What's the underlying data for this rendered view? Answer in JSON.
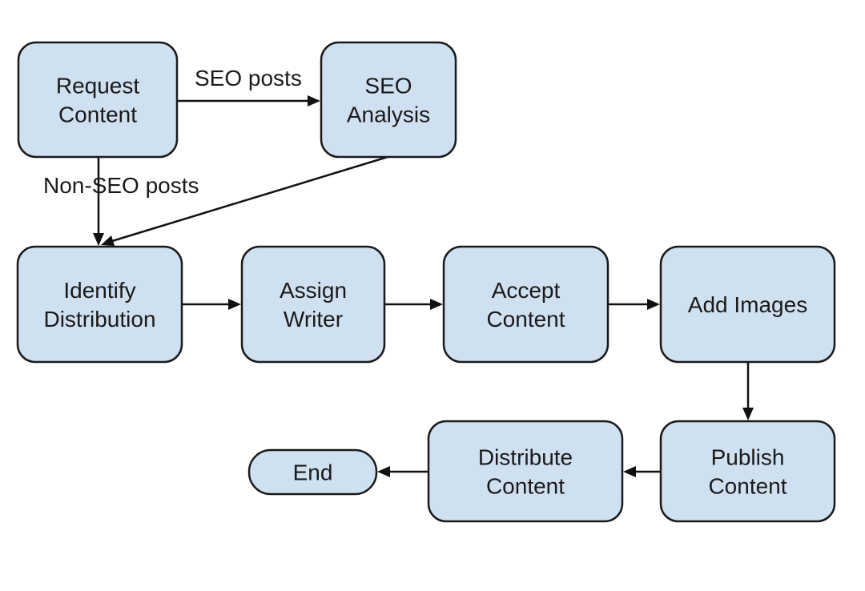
{
  "diagram": {
    "nodes": [
      {
        "id": "request-content",
        "lines": [
          "Request",
          "Content"
        ]
      },
      {
        "id": "seo-analysis",
        "lines": [
          "SEO",
          "Analysis"
        ]
      },
      {
        "id": "identify-distribution",
        "lines": [
          "Identify",
          "Distribution"
        ]
      },
      {
        "id": "assign-writer",
        "lines": [
          "Assign",
          "Writer"
        ]
      },
      {
        "id": "accept-content",
        "lines": [
          "Accept",
          "Content"
        ]
      },
      {
        "id": "add-images",
        "lines": [
          "Add Images"
        ]
      },
      {
        "id": "publish-content",
        "lines": [
          "Publish",
          "Content"
        ]
      },
      {
        "id": "distribute-content",
        "lines": [
          "Distribute",
          "Content"
        ]
      },
      {
        "id": "end",
        "lines": [
          "End"
        ]
      }
    ],
    "edges": [
      {
        "from": "request-content",
        "to": "seo-analysis",
        "label": "SEO posts"
      },
      {
        "from": "request-content",
        "to": "identify-distribution",
        "label": "Non-SEO posts"
      },
      {
        "from": "seo-analysis",
        "to": "identify-distribution",
        "label": ""
      },
      {
        "from": "identify-distribution",
        "to": "assign-writer",
        "label": ""
      },
      {
        "from": "assign-writer",
        "to": "accept-content",
        "label": ""
      },
      {
        "from": "accept-content",
        "to": "add-images",
        "label": ""
      },
      {
        "from": "add-images",
        "to": "publish-content",
        "label": ""
      },
      {
        "from": "publish-content",
        "to": "distribute-content",
        "label": ""
      },
      {
        "from": "distribute-content",
        "to": "end",
        "label": ""
      }
    ]
  }
}
